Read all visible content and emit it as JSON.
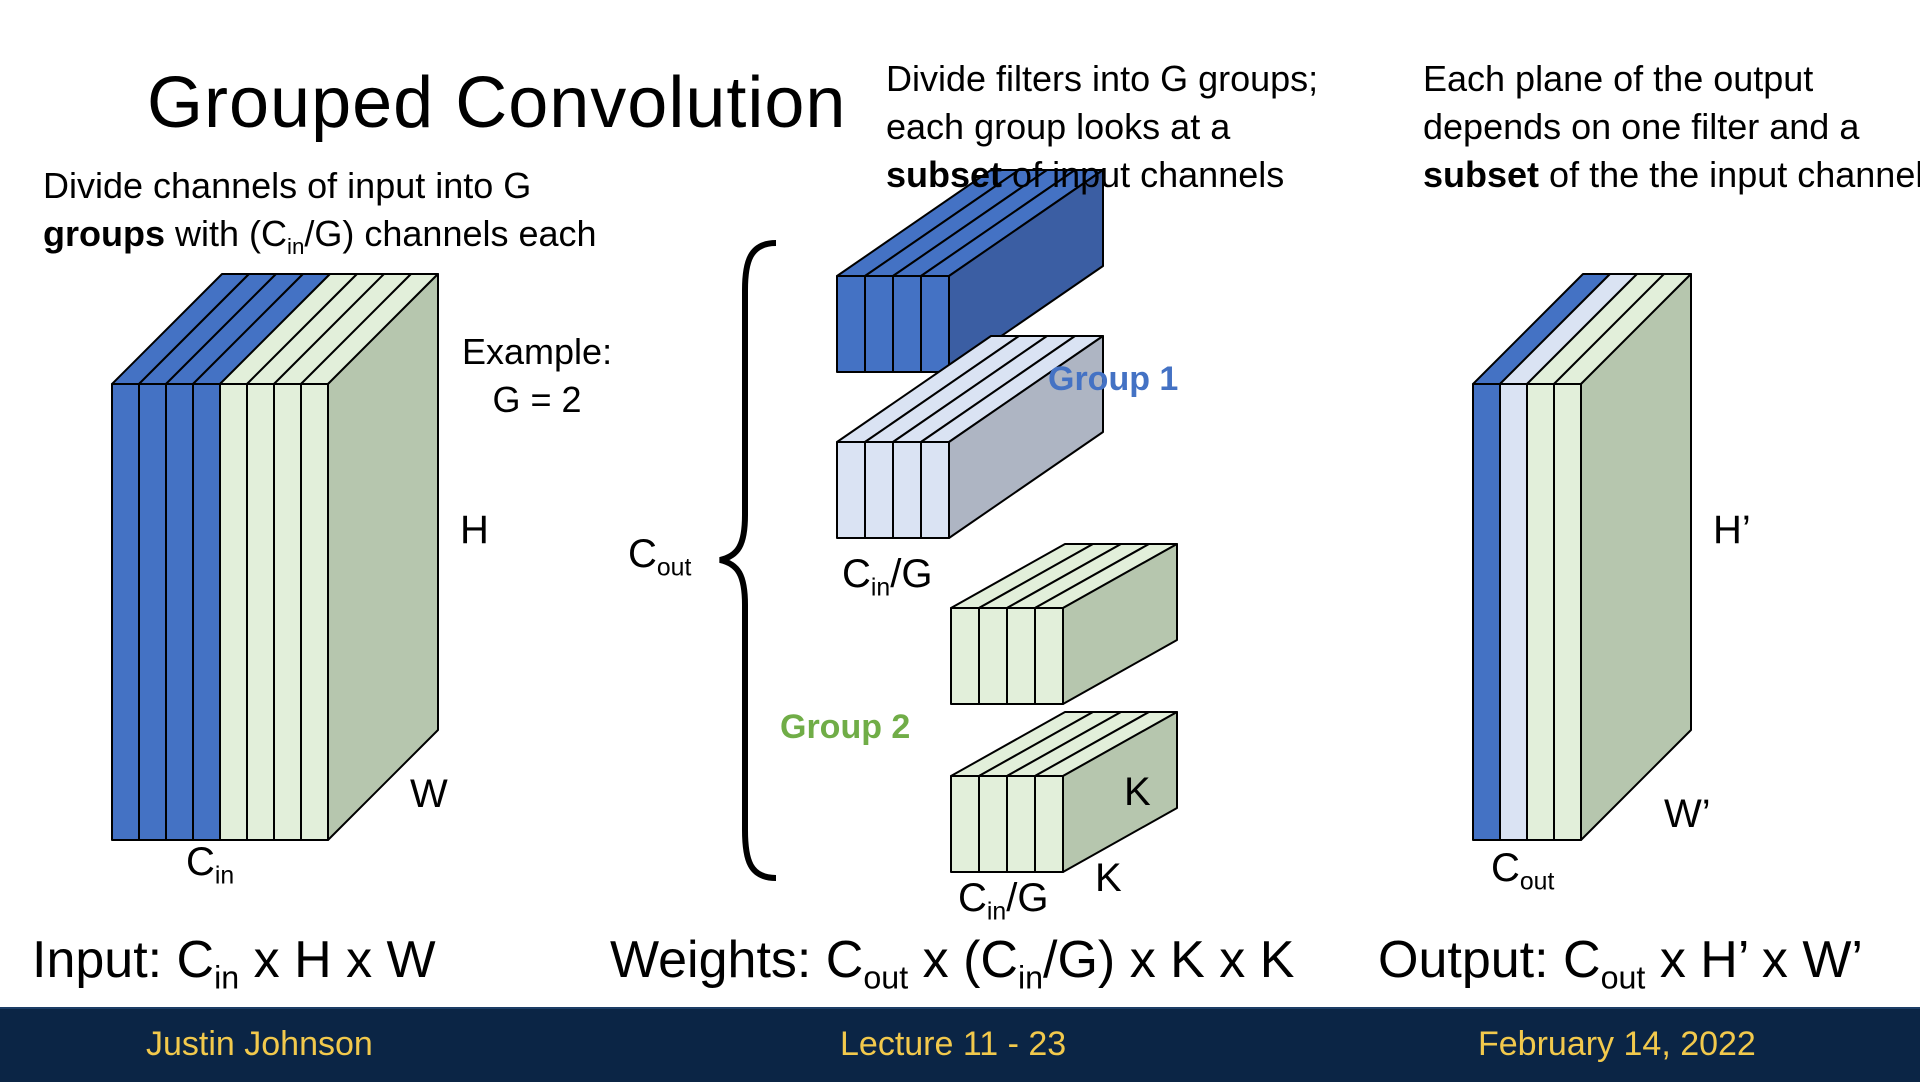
{
  "slide": {
    "title": "Grouped Convolution"
  },
  "captions": {
    "left_line1": "Divide channels of input into G",
    "left_bold": "groups",
    "left_rest_a": " with (C",
    "left_sub": "in",
    "left_rest_b": "/G) channels each",
    "mid_line1": "Divide filters into G groups;",
    "mid_line2": "each group looks at a",
    "mid_bold": "subset",
    "mid_rest": " of input channels",
    "right_line1": "Each plane of the output",
    "right_line2": "depends on one filter and a",
    "right_bold": "subset",
    "right_rest": " of the the input channels"
  },
  "example": {
    "line1": "Example:",
    "line2": "G = 2"
  },
  "labels": {
    "C": "C",
    "in": "in",
    "out": "out",
    "H": "H",
    "W": "W",
    "Hp": "H’",
    "Wp": "W’",
    "K": "K",
    "slashG": "/G",
    "group1": "Group 1",
    "group2": "Group 2"
  },
  "bottom": {
    "input_a": "Input: C",
    "input_b": " x H x W",
    "weights_a": "Weights: C",
    "weights_b": " x (C",
    "weights_c": "/G) x K x K",
    "output_a": "Output: C",
    "output_b": " x H’ x W’"
  },
  "footer": {
    "author": "Justin Johnson",
    "lecture": "Lecture 11 - 23",
    "date": "February 14, 2022"
  },
  "colors": {
    "blue": "#4472c4",
    "blue_light": "#dae3f3",
    "green_light": "#e2efda",
    "green_side": "#b6c6ae",
    "group1_text": "#4472c4",
    "group2_text": "#70ad47",
    "footer_bg": "#0b2545",
    "footer_text": "#f2c94c"
  }
}
